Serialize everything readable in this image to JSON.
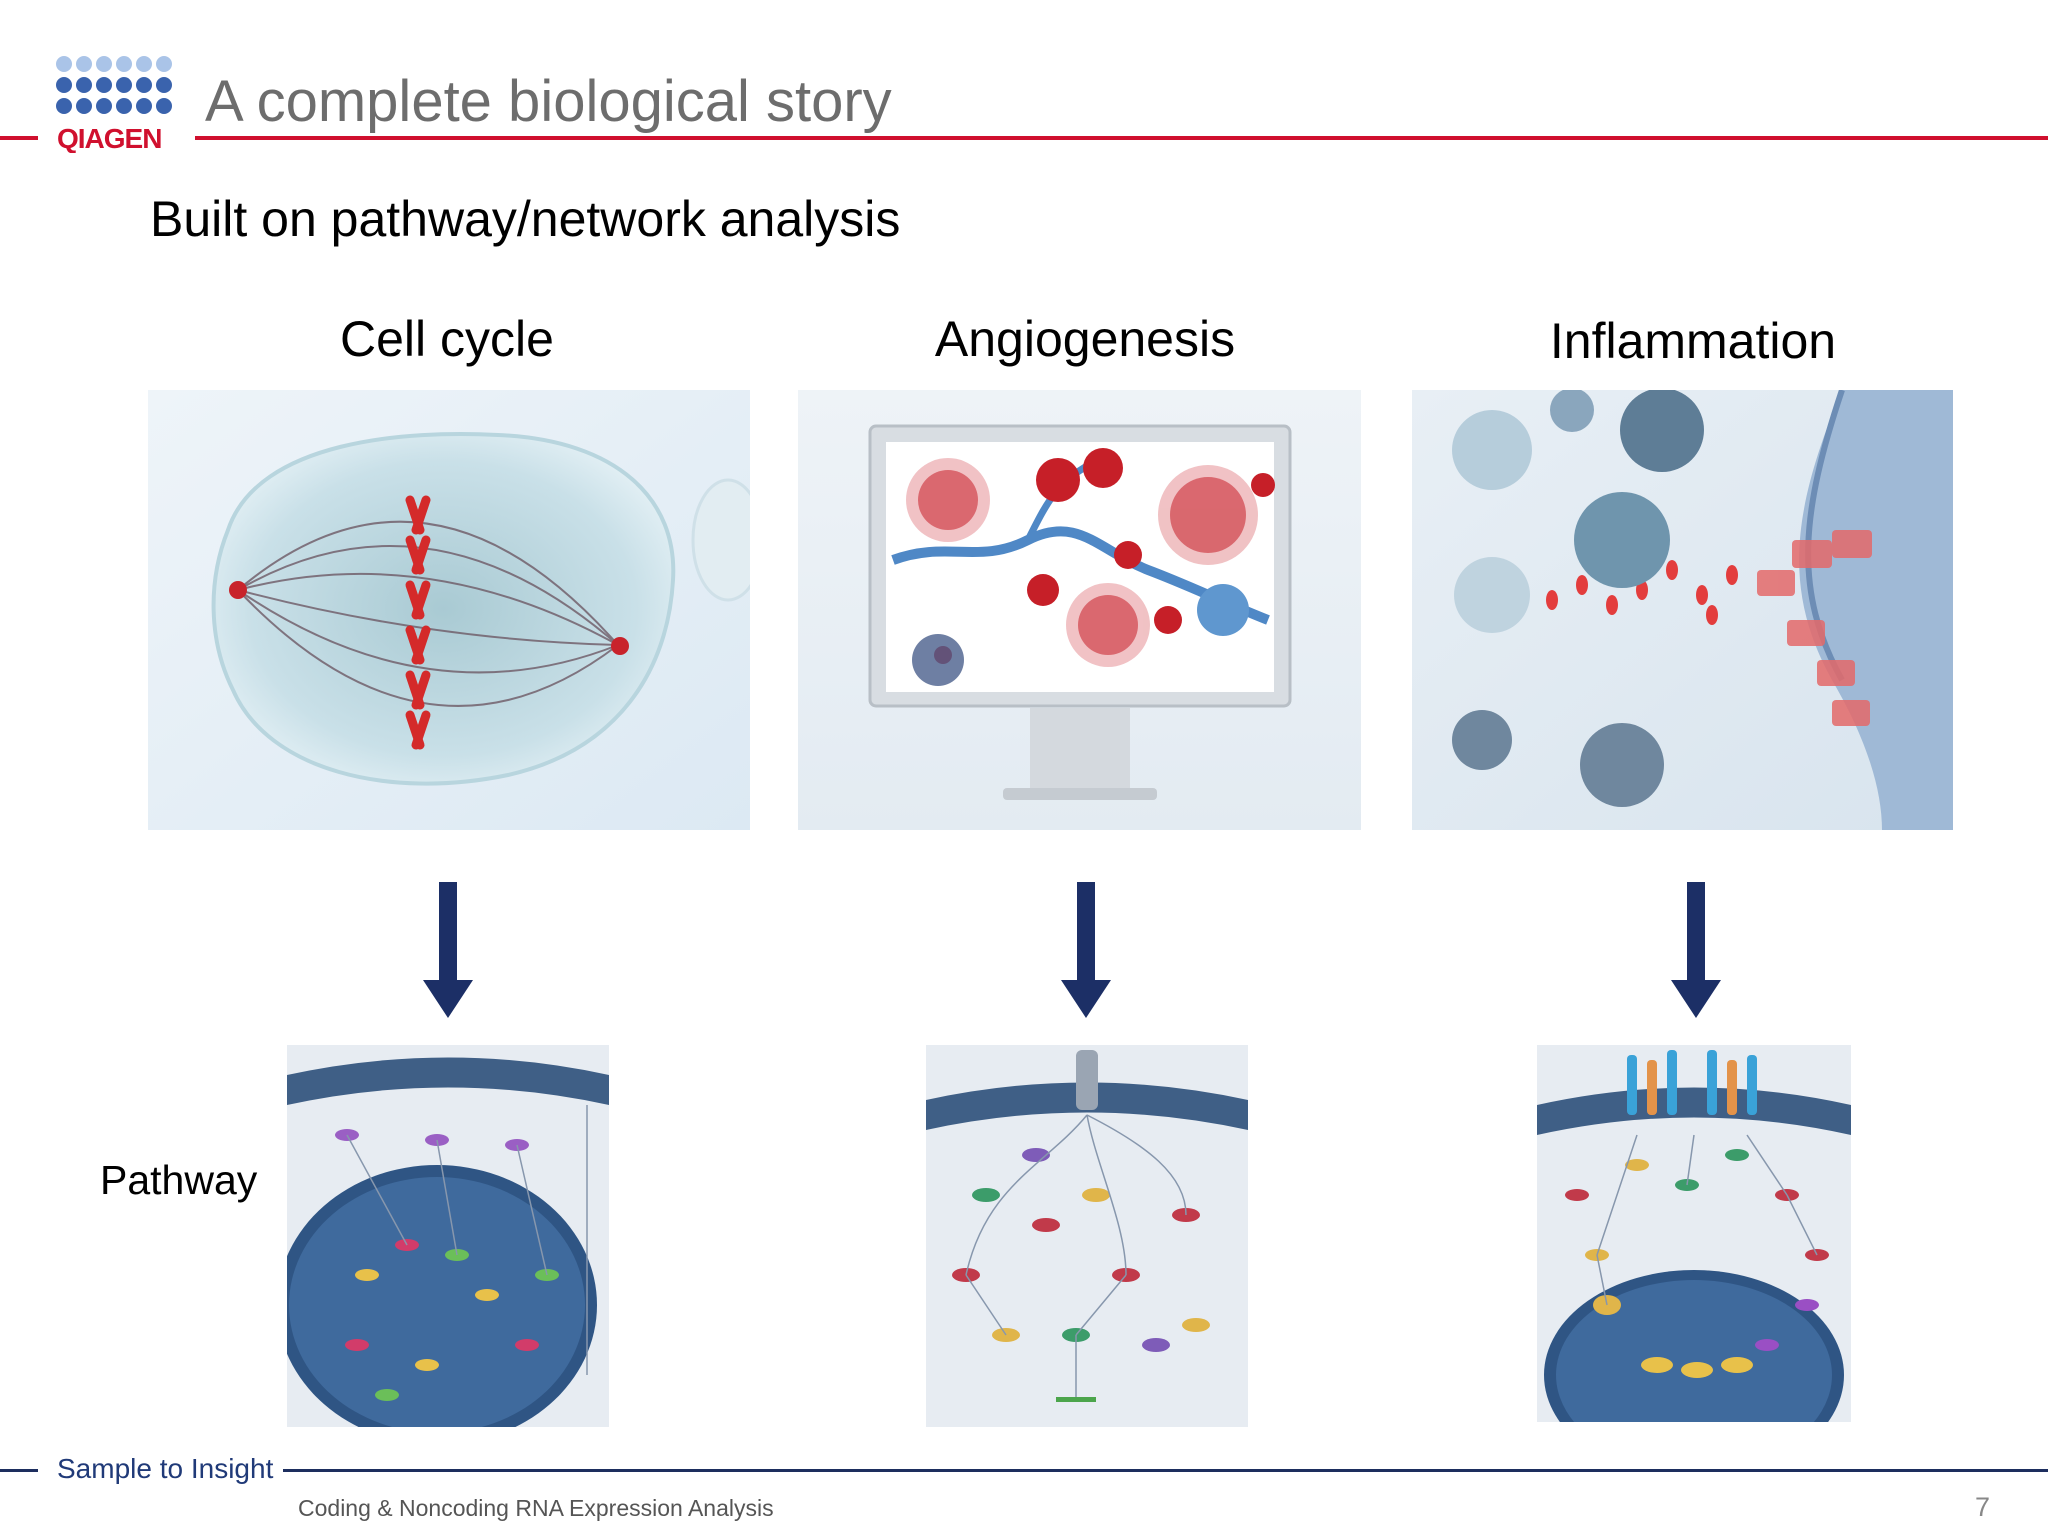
{
  "header": {
    "logo_text": "QIAGEN",
    "title": "A complete biological story"
  },
  "subtitle": "Built on pathway/network analysis",
  "columns": [
    {
      "label": "Cell cycle",
      "illustration_icon": "mitotic-cell-icon"
    },
    {
      "label": "Angiogenesis",
      "illustration_icon": "monitor-blood-vessel-icon"
    },
    {
      "label": "Inflammation",
      "illustration_icon": "immune-cells-icon"
    }
  ],
  "row_label": "Pathway",
  "footer": {
    "tagline": "Sample to Insight",
    "presentation_title": "Coding & Noncoding RNA Expression Analysis",
    "page_number": "7"
  },
  "colors": {
    "brand_red": "#d0102e",
    "brand_blue": "#1d2e5e",
    "logo_dots": "#3a63ad",
    "arrow": "#1c2f66"
  }
}
